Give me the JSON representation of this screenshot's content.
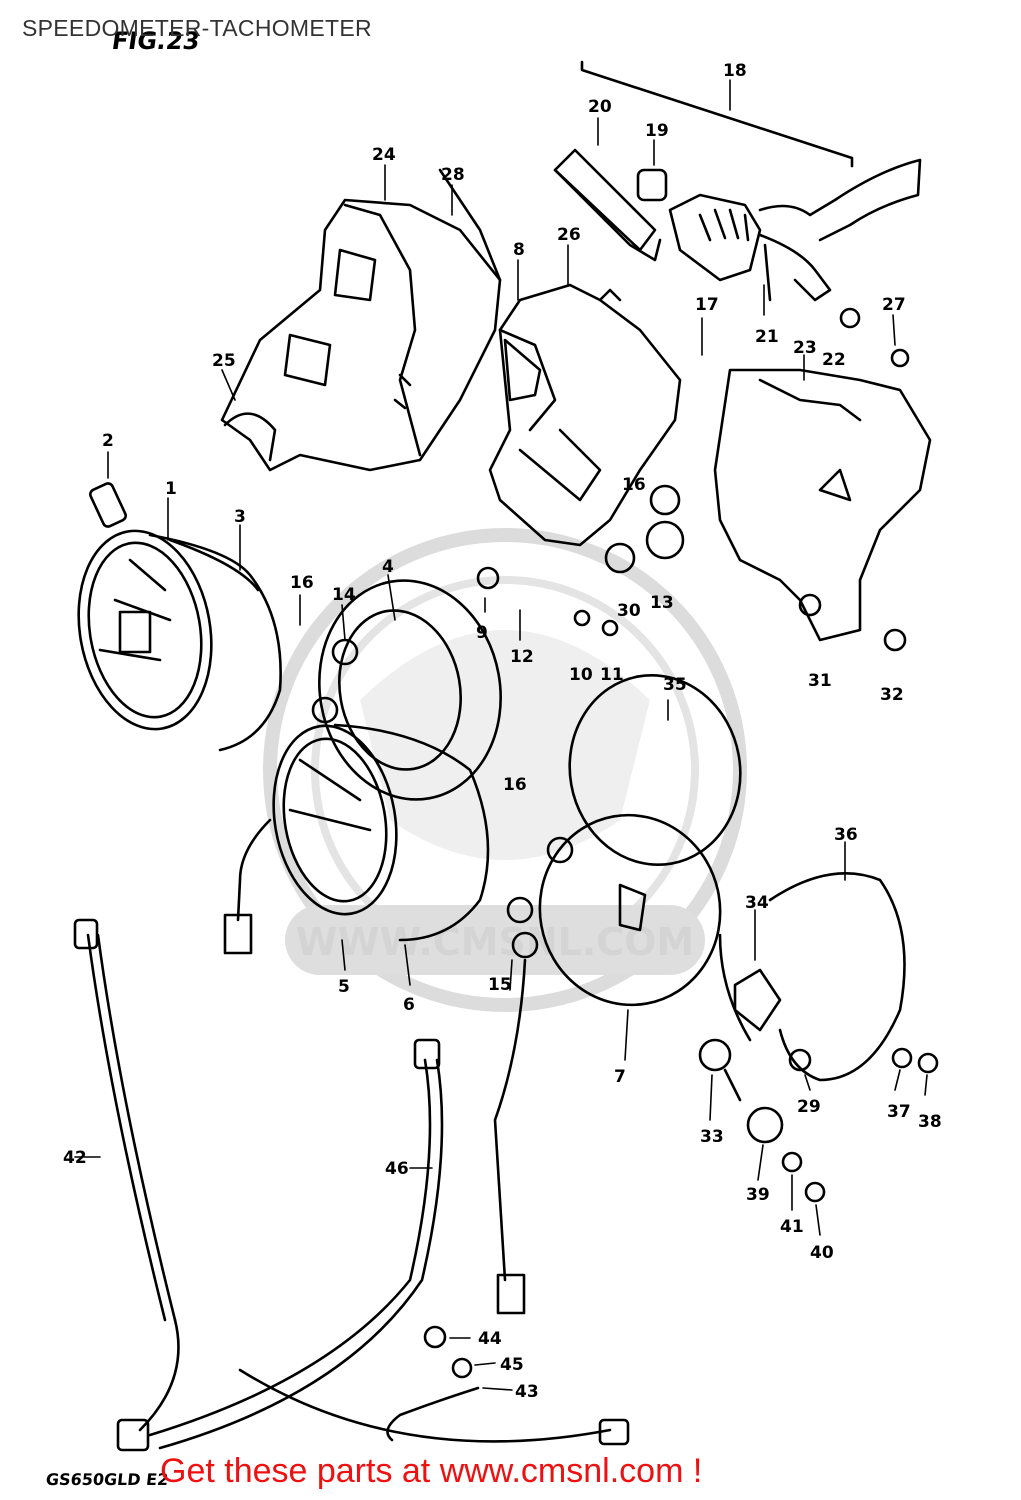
{
  "header": {
    "title": "SPEEDOMETER-TACHOMETER",
    "figure": "FIG.23"
  },
  "diagram": {
    "model_code": "GS650GLD E2",
    "watermark": "WWW.CMSNL.COM",
    "part_numbers": [
      "1",
      "2",
      "3",
      "4",
      "5",
      "6",
      "7",
      "8",
      "9",
      "10",
      "11",
      "12",
      "13",
      "14",
      "15",
      "16",
      "16",
      "16",
      "17",
      "18",
      "19",
      "20",
      "21",
      "22",
      "23",
      "24",
      "25",
      "26",
      "27",
      "28",
      "29",
      "30",
      "31",
      "32",
      "33",
      "34",
      "35",
      "36",
      "37",
      "38",
      "39",
      "40",
      "41",
      "42",
      "43",
      "44",
      "45",
      "46"
    ]
  },
  "footer": {
    "cta": "Get these parts at www.cmsnl.com !"
  }
}
